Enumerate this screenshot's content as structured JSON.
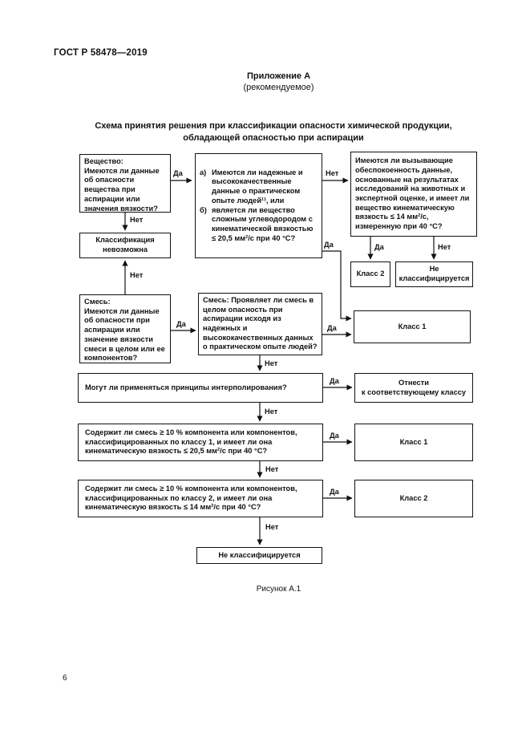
{
  "page": {
    "doc_number": "ГОСТ Р 58478—2019",
    "appendix": "Приложение А",
    "appendix_note": "(рекомендуемое)",
    "title_line1": "Схема принятия решения при классификации опасности химической продукции,",
    "title_line2": "обладающей опасностью при аспирации",
    "figure_caption": "Рисунок А.1",
    "page_number": "6"
  },
  "labels": {
    "yes": "Да",
    "no": "Нет"
  },
  "boxes": {
    "substance": {
      "heading": "Вещество:",
      "text": "Имеются ли данные об опасности вещества при аспирации или значения вязкости?"
    },
    "classification_impossible": {
      "text": "Классификация невозможна"
    },
    "substance_question": {
      "items": [
        {
          "marker": "а)",
          "text": "Имеются ли надежные и высококачественные данные о практическом опыте людей¹⁾, или"
        },
        {
          "marker": "б)",
          "text": "является ли вещество сложным углеводородом с кинематической вязкостью ≤ 20,5 мм²/с при 40 °С?"
        }
      ]
    },
    "animal_data": {
      "text": "Имеются ли вызывающие обеспокоенность данные, основанные на результатах исследований на животных и экспертной оценке, и имеет ли вещество кинематическую вязкость ≤ 14 мм²/с, измеренную при 40 °С?"
    },
    "class2_top": {
      "text": "Класс 2"
    },
    "not_classified_top": {
      "text": "Не классифицируется"
    },
    "mixture": {
      "heading": "Смесь:",
      "text": "Имеются ли данные об опасности при аспирации или значение вязкости смеси в целом или ее компонентов?"
    },
    "mixture_question": {
      "text": "Смесь: Проявляет ли смесь в целом опасность при аспирации исходя из надежных и высококачественных данных о практическом опыте людей?"
    },
    "class1_right": {
      "text": "Класс 1"
    },
    "interpolation": {
      "text": "Могут ли применяться принципы интерполирования?"
    },
    "assign_class": {
      "text": "Отнести\nк соответствующему классу"
    },
    "contains_class1": {
      "text": "Содержит ли смесь ≥ 10 % компонента или компонентов,\nклассифицированных по классу 1, и имеет ли она\nкинематическую вязкость ≤ 20,5 мм²/с при 40 °С?"
    },
    "class1_bottom": {
      "text": "Класс 1"
    },
    "contains_class2": {
      "text": "Содержит ли смесь ≥ 10 % компонента или компонентов,\nклассифицированных по классу 2, и имеет ли она\nкинематическую вязкость ≤ 14 мм²/с при 40 °С?"
    },
    "class2_bottom": {
      "text": "Класс 2"
    },
    "not_classified_bottom": {
      "text": "Не классифицируется"
    }
  }
}
